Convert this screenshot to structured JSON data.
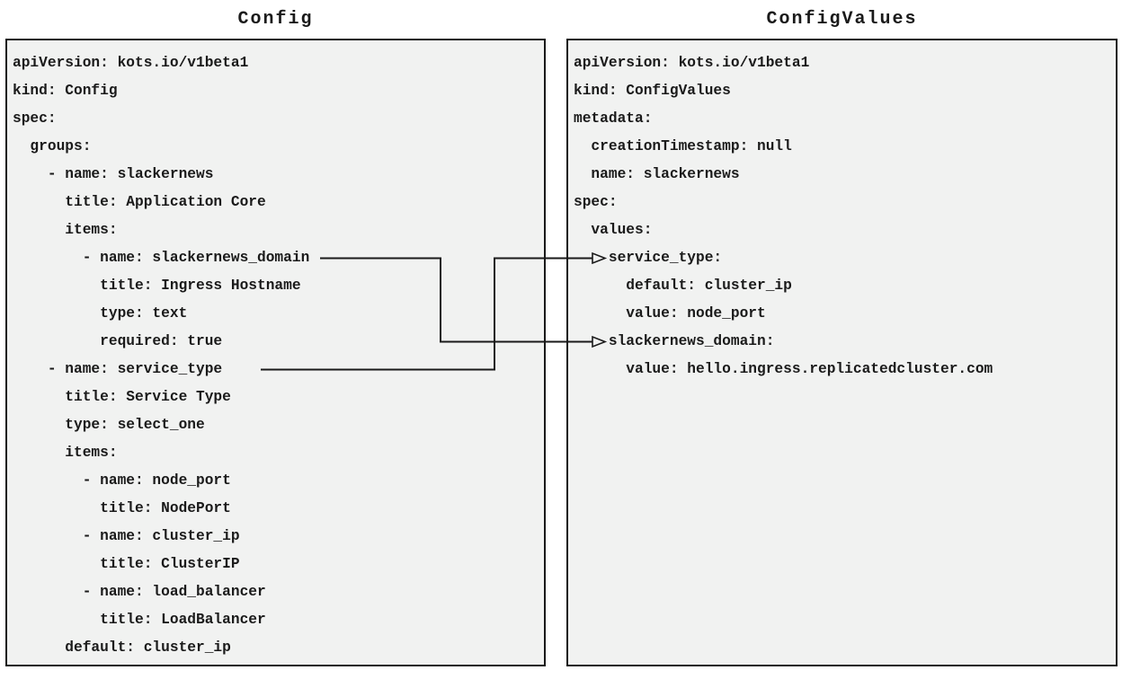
{
  "diagram": {
    "left_panel": {
      "title": "Config",
      "code_lines": [
        "apiVersion: kots.io/v1beta1",
        "kind: Config",
        "spec:",
        "  groups:",
        "    - name: slackernews",
        "      title: Application Core",
        "      items:",
        "        - name: slackernews_domain",
        "          title: Ingress Hostname",
        "          type: text",
        "          required: true",
        "    - name: service_type",
        "      title: Service Type",
        "      type: select_one",
        "      items:",
        "        - name: node_port",
        "          title: NodePort",
        "        - name: cluster_ip",
        "          title: ClusterIP",
        "        - name: load_balancer",
        "          title: LoadBalancer",
        "      default: cluster_ip"
      ]
    },
    "right_panel": {
      "title": "ConfigValues",
      "code_lines": [
        "apiVersion: kots.io/v1beta1",
        "kind: ConfigValues",
        "metadata:",
        "  creationTimestamp: null",
        "  name: slackernews",
        "spec:",
        "  values:",
        "    service_type:",
        "      default: cluster_ip",
        "      value: node_port",
        "    slackernews_domain:",
        "      value: hello.ingress.replicatedcluster.com"
      ]
    },
    "connections": [
      {
        "from": "Config item slackernews_domain",
        "to": "ConfigValues key slackernews_domain"
      },
      {
        "from": "Config item service_type",
        "to": "ConfigValues key service_type"
      }
    ],
    "colors": {
      "panel_background": "#f1f2f1",
      "panel_border": "#1a1a1a",
      "text": "#1a1a1a",
      "arrow": "#1a1a1a"
    }
  }
}
